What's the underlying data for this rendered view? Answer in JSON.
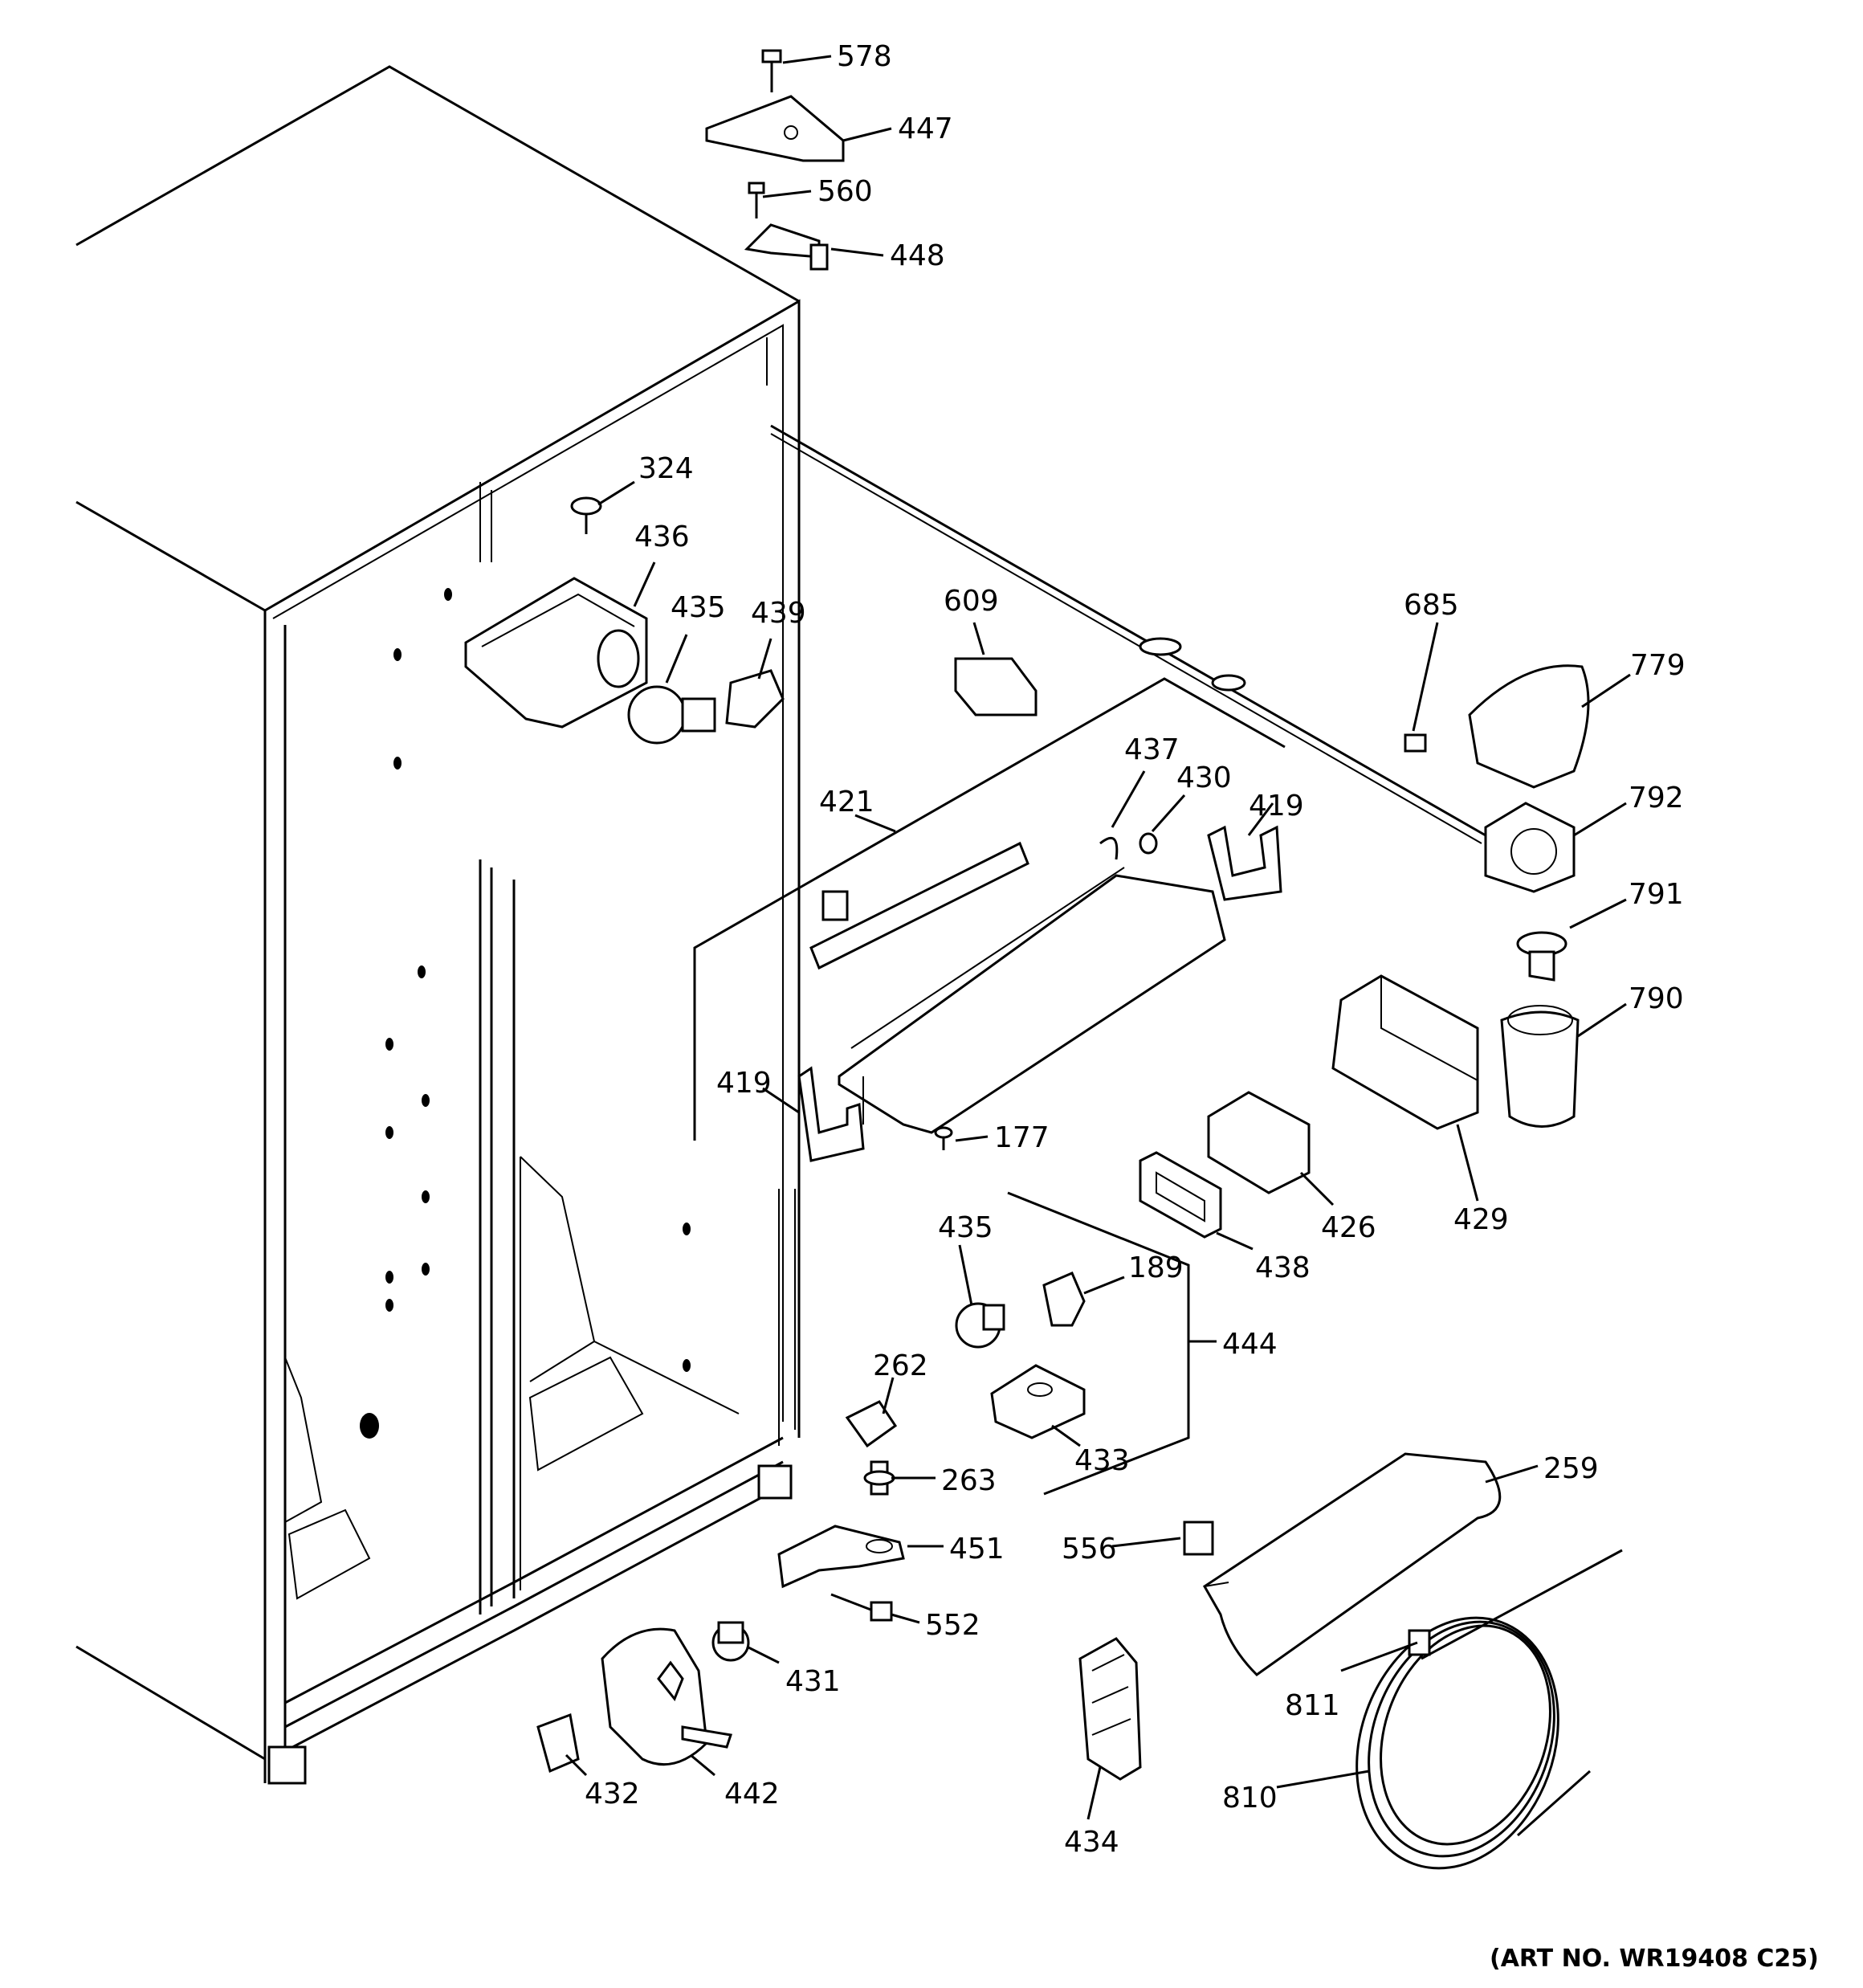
{
  "parts": [
    {
      "id": "p578",
      "label": "578"
    },
    {
      "id": "p447",
      "label": "447"
    },
    {
      "id": "p560",
      "label": "560"
    },
    {
      "id": "p448",
      "label": "448"
    },
    {
      "id": "p324",
      "label": "324"
    },
    {
      "id": "p436",
      "label": "436"
    },
    {
      "id": "p435a",
      "label": "435"
    },
    {
      "id": "p439",
      "label": "439"
    },
    {
      "id": "p609",
      "label": "609"
    },
    {
      "id": "p685",
      "label": "685"
    },
    {
      "id": "p779",
      "label": "779"
    },
    {
      "id": "p437",
      "label": "437"
    },
    {
      "id": "p430",
      "label": "430"
    },
    {
      "id": "p419a",
      "label": "419"
    },
    {
      "id": "p421",
      "label": "421"
    },
    {
      "id": "p792",
      "label": "792"
    },
    {
      "id": "p791",
      "label": "791"
    },
    {
      "id": "p790",
      "label": "790"
    },
    {
      "id": "p419b",
      "label": "419"
    },
    {
      "id": "p177",
      "label": "177"
    },
    {
      "id": "p426",
      "label": "426"
    },
    {
      "id": "p429",
      "label": "429"
    },
    {
      "id": "p438",
      "label": "438"
    },
    {
      "id": "p435b",
      "label": "435"
    },
    {
      "id": "p189",
      "label": "189"
    },
    {
      "id": "p444",
      "label": "444"
    },
    {
      "id": "p262",
      "label": "262"
    },
    {
      "id": "p433",
      "label": "433"
    },
    {
      "id": "p263",
      "label": "263"
    },
    {
      "id": "p259",
      "label": "259"
    },
    {
      "id": "p451",
      "label": "451"
    },
    {
      "id": "p556",
      "label": "556"
    },
    {
      "id": "p552",
      "label": "552"
    },
    {
      "id": "p431",
      "label": "431"
    },
    {
      "id": "p811",
      "label": "811"
    },
    {
      "id": "p432",
      "label": "432"
    },
    {
      "id": "p442",
      "label": "442"
    },
    {
      "id": "p810",
      "label": "810"
    },
    {
      "id": "p434",
      "label": "434"
    }
  ],
  "art_number": "(ART NO. WR19408 C25)"
}
